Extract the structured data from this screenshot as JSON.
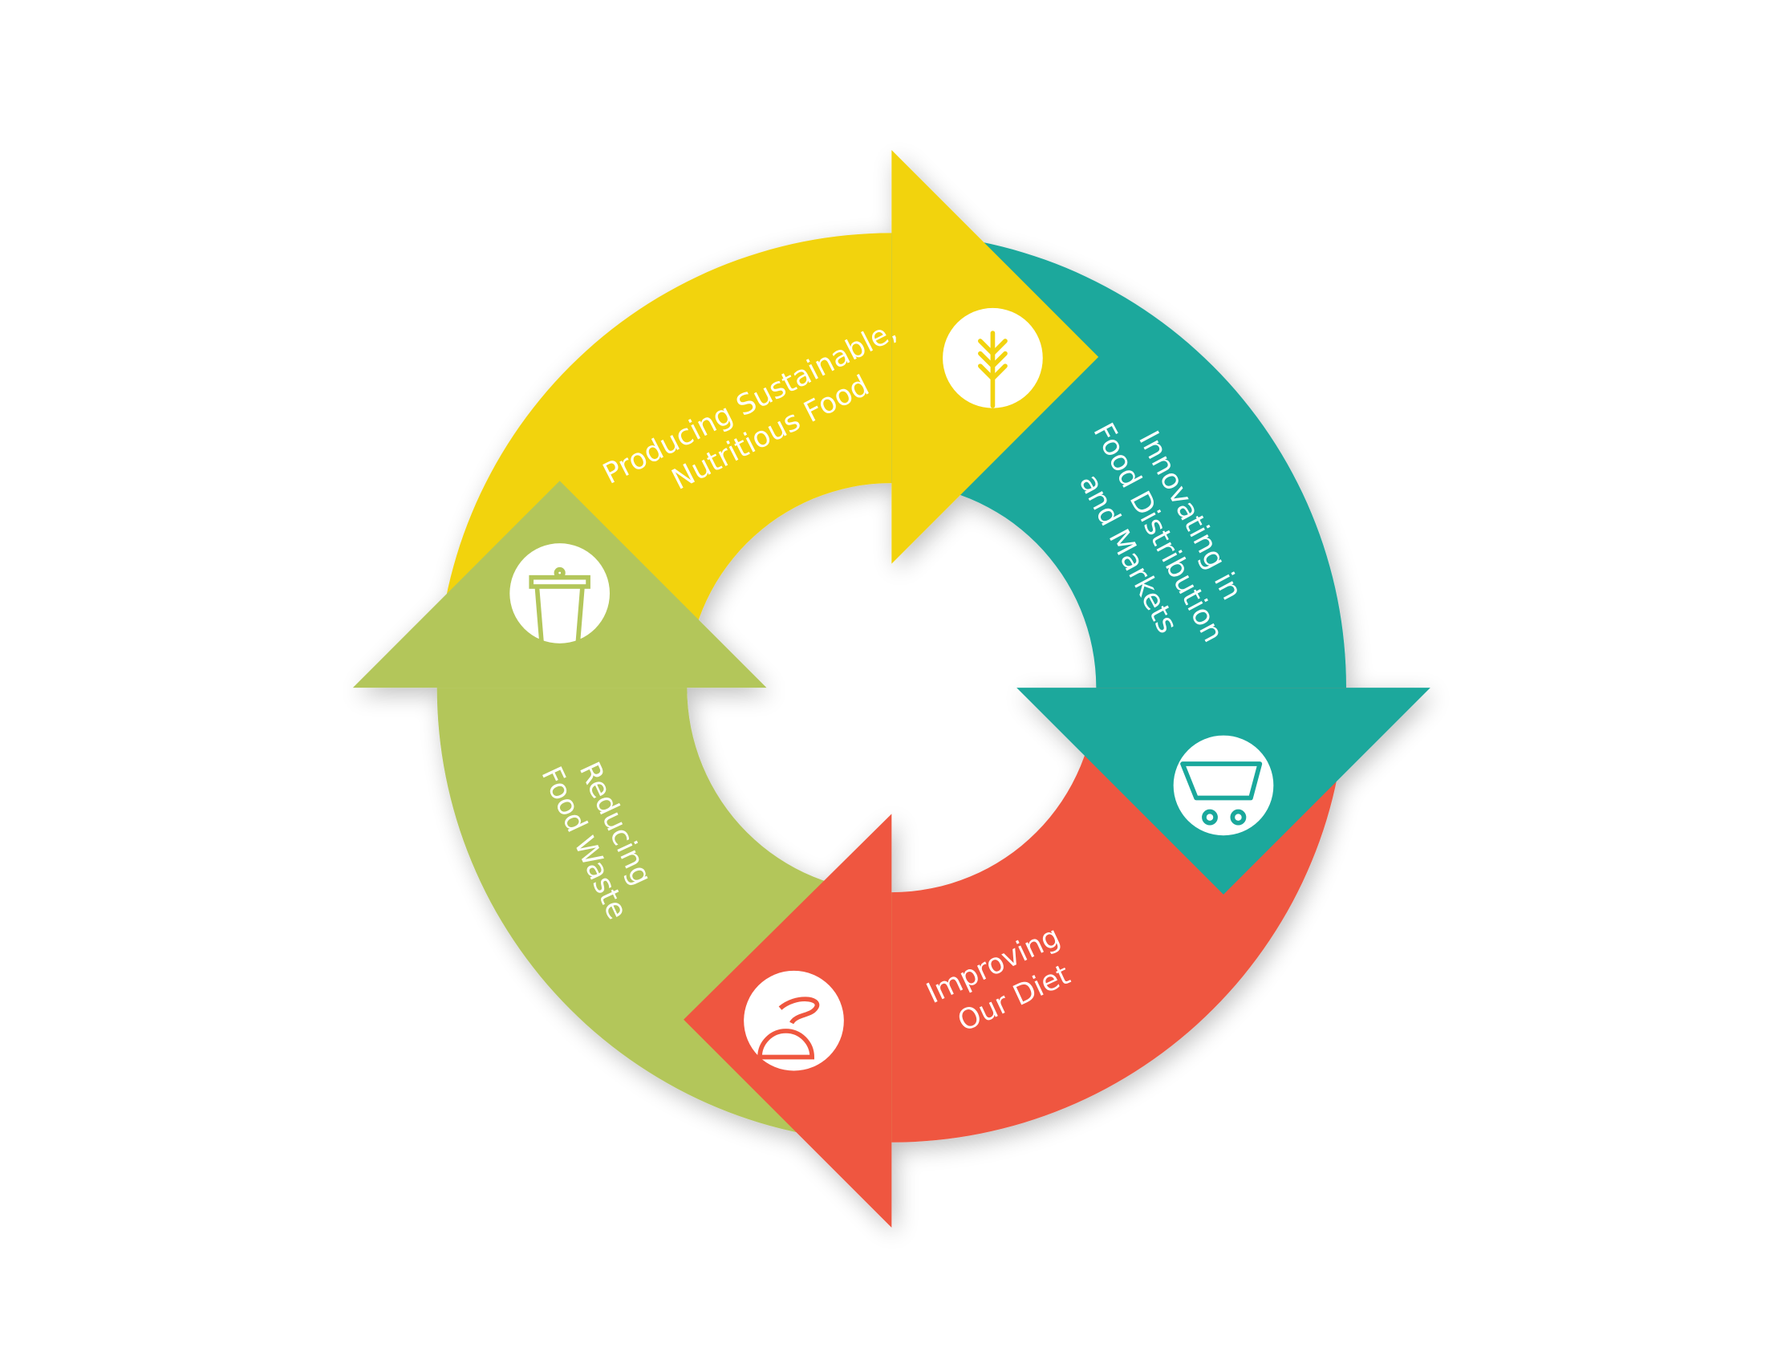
{
  "diagram": {
    "type": "cycle",
    "steps": [
      {
        "label_lines": [
          "Producing Sustainable,",
          "Nutritious Food"
        ],
        "icon": "wheat-icon",
        "color": "#f2d30f"
      },
      {
        "label_lines": [
          "Innovating in",
          "Food Distribution",
          "and Markets"
        ],
        "icon": "shopping-cart-icon",
        "color": "#1aa89c"
      },
      {
        "label_lines": [
          "Improving",
          "Our Diet"
        ],
        "icon": "apple-icon",
        "color": "#ef573f"
      },
      {
        "label_lines": [
          "Reducing",
          "Food Waste"
        ],
        "icon": "trash-bin-icon",
        "color": "#b3c65a"
      }
    ]
  }
}
